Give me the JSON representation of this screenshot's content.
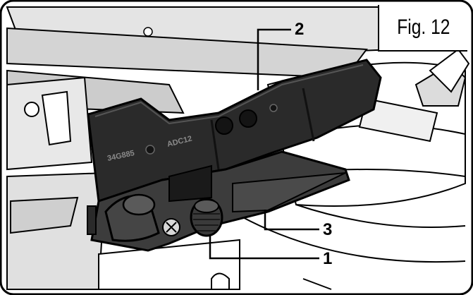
{
  "figure": {
    "label": "Fig. 12"
  },
  "callouts": [
    {
      "id": "1",
      "text": "1"
    },
    {
      "id": "2",
      "text": "2"
    },
    {
      "id": "3",
      "text": "3"
    }
  ],
  "part_markings": {
    "left_mark": "34G885",
    "right_mark": "ADC12"
  },
  "colors": {
    "background": "#ffffff",
    "line": "#000000",
    "light_shade": "#e6e6e6",
    "mid_shade": "#c8c8c8",
    "part_dark": "#262626",
    "part_black": "#141414"
  }
}
